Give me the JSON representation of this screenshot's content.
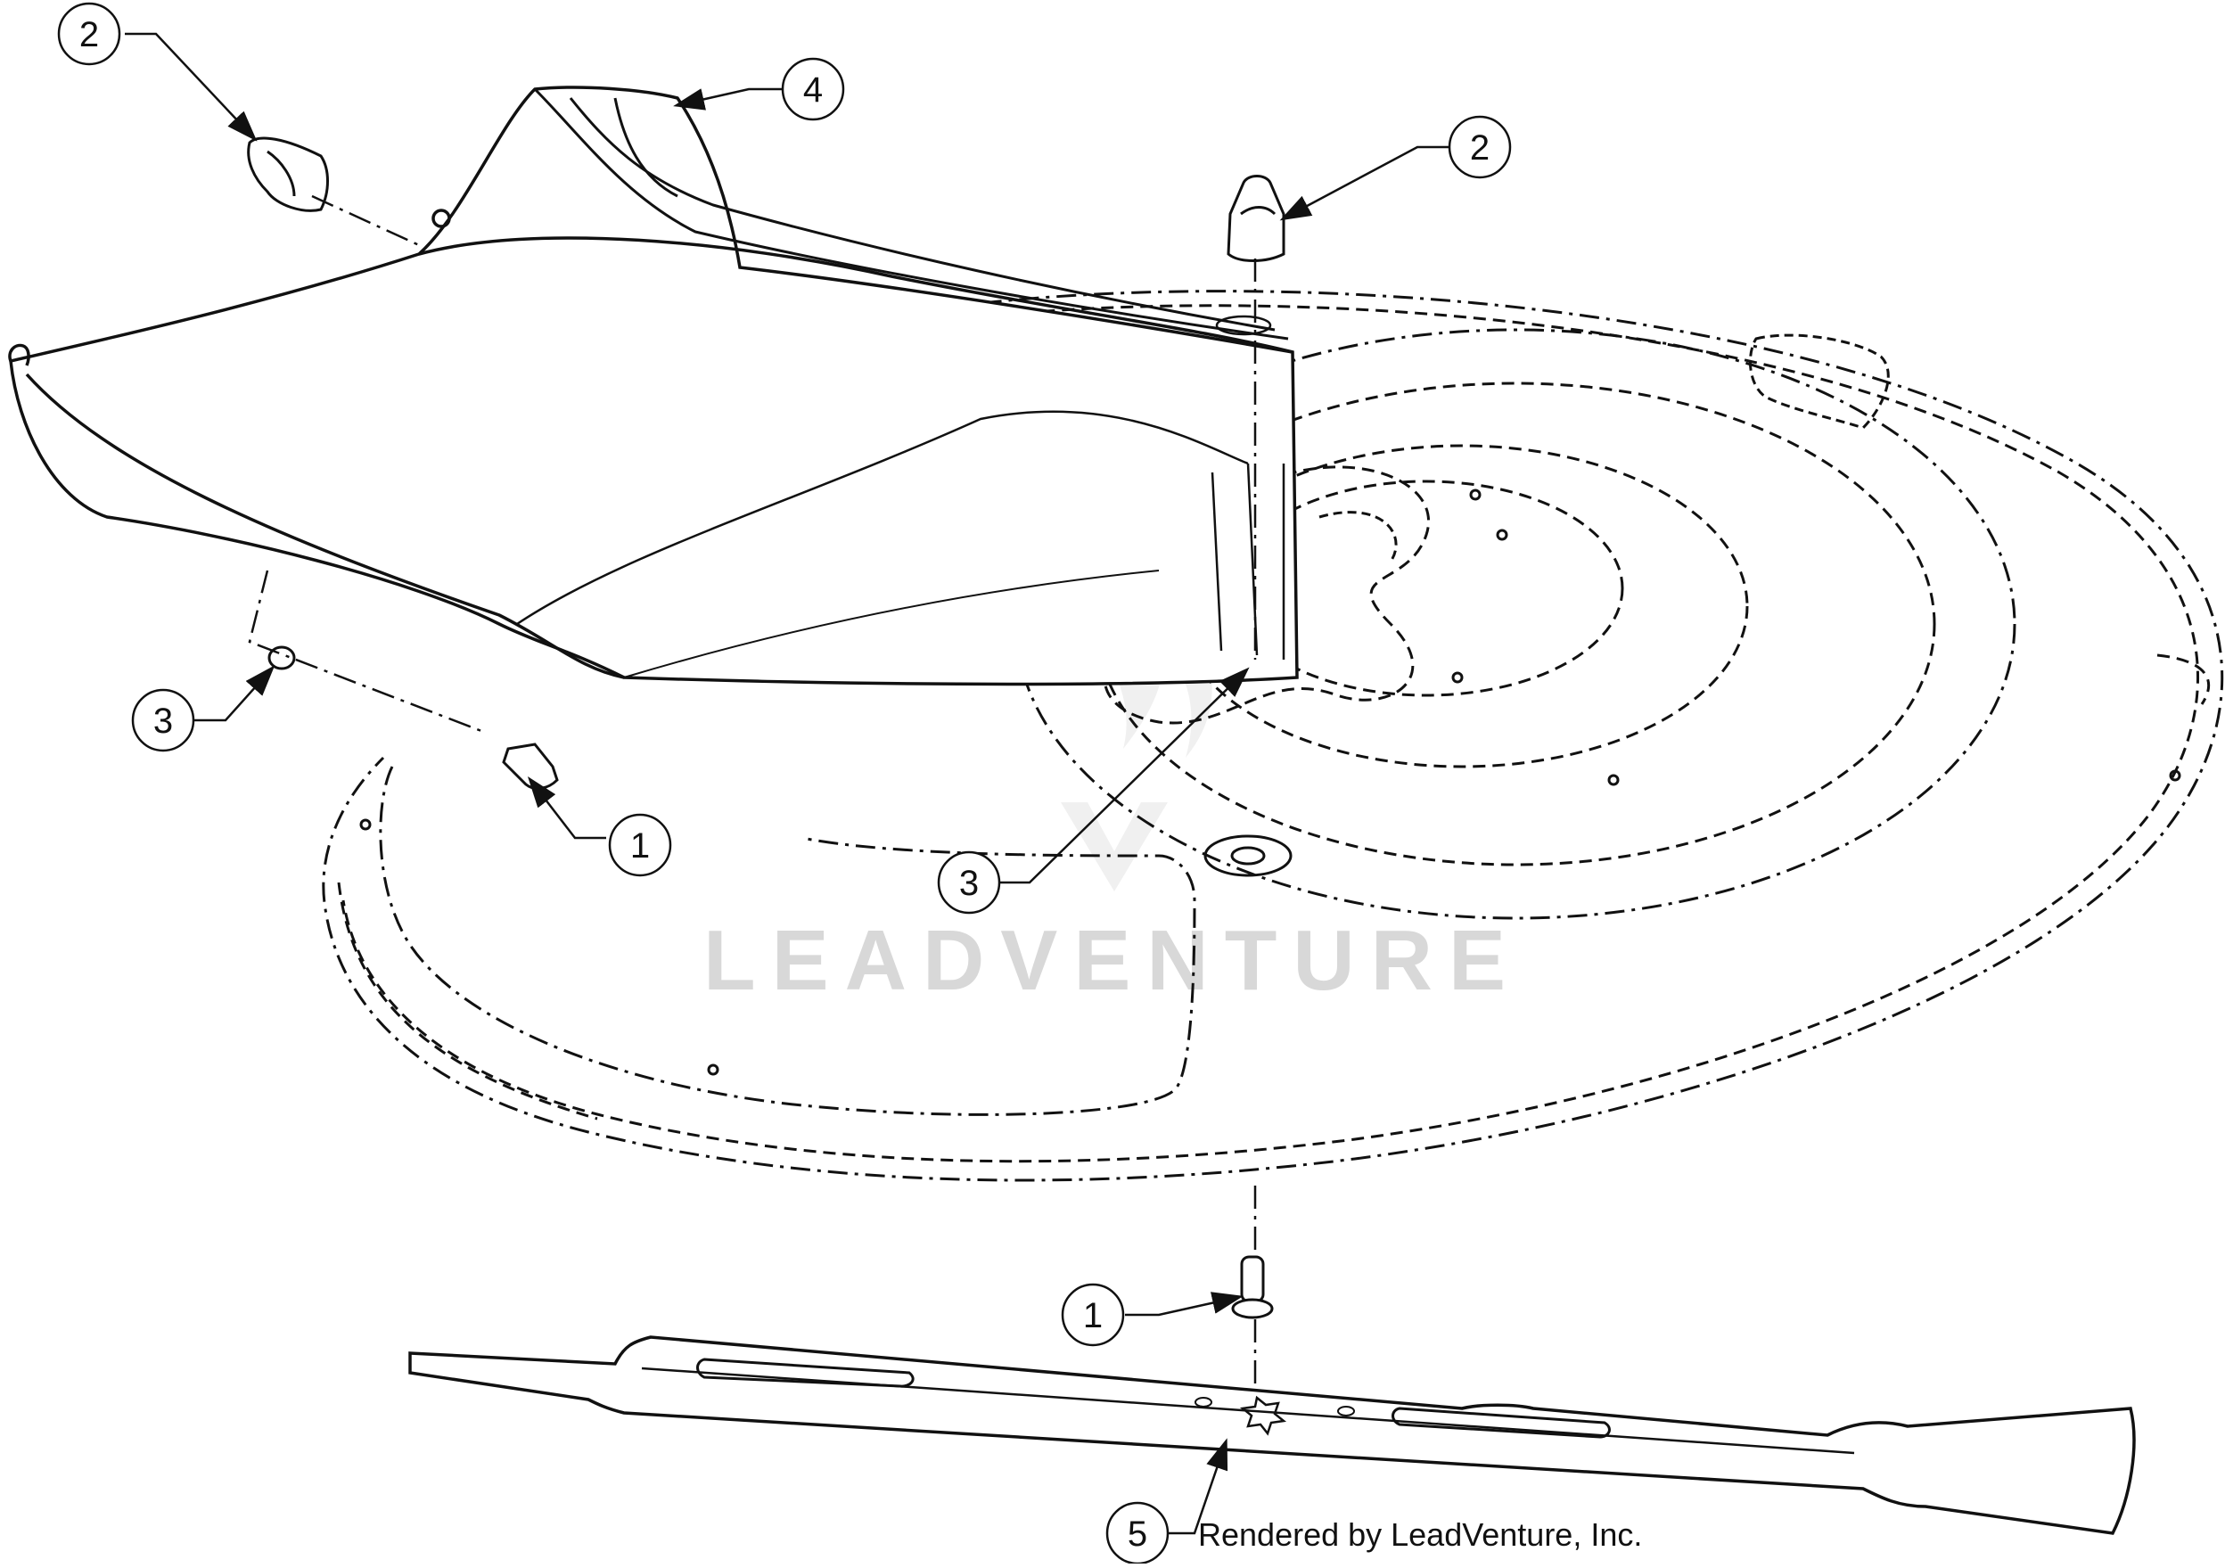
{
  "watermark": "LEADVENTURE",
  "credit": "Rendered by LeadVenture, Inc.",
  "callouts": [
    {
      "id": "callout-1-upper",
      "label": "1"
    },
    {
      "id": "callout-1-lower",
      "label": "1"
    },
    {
      "id": "callout-2-left",
      "label": "2"
    },
    {
      "id": "callout-2-right",
      "label": "2"
    },
    {
      "id": "callout-3-left",
      "label": "3"
    },
    {
      "id": "callout-3-center",
      "label": "3"
    },
    {
      "id": "callout-4",
      "label": "4"
    },
    {
      "id": "callout-5",
      "label": "5"
    }
  ]
}
